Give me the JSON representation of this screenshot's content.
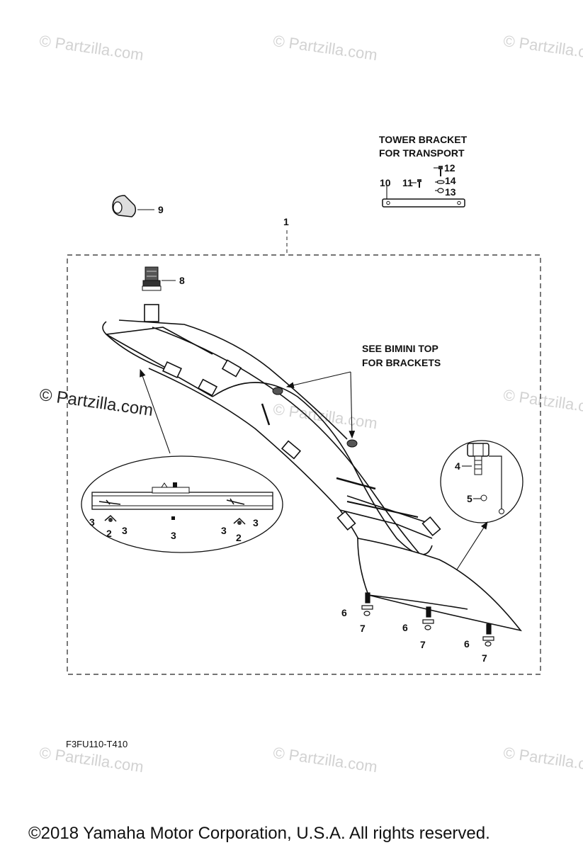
{
  "watermark": "© Partzilla.com",
  "diagram": {
    "callouts": {
      "c1": "1",
      "c2a": "2",
      "c2b": "2",
      "c3a": "3",
      "c3b": "3",
      "c3c": "3",
      "c3d": "3",
      "c3e": "3",
      "c4": "4",
      "c5": "5",
      "c6a": "6",
      "c6b": "6",
      "c6c": "6",
      "c7a": "7",
      "c7b": "7",
      "c7c": "7",
      "c8": "8",
      "c9": "9",
      "c10": "10",
      "c11": "11",
      "c12": "12",
      "c13": "13",
      "c14": "14"
    },
    "tower_bracket_line1": "TOWER BRACKET",
    "tower_bracket_line2": "FOR TRANSPORT",
    "bimini_line1": "SEE BIMINI TOP",
    "bimini_line2": "FOR BRACKETS"
  },
  "figure_code": "F3FU110-T410",
  "copyright": "©2018  Yamaha Motor Corporation, U.S.A. All rights reserved."
}
